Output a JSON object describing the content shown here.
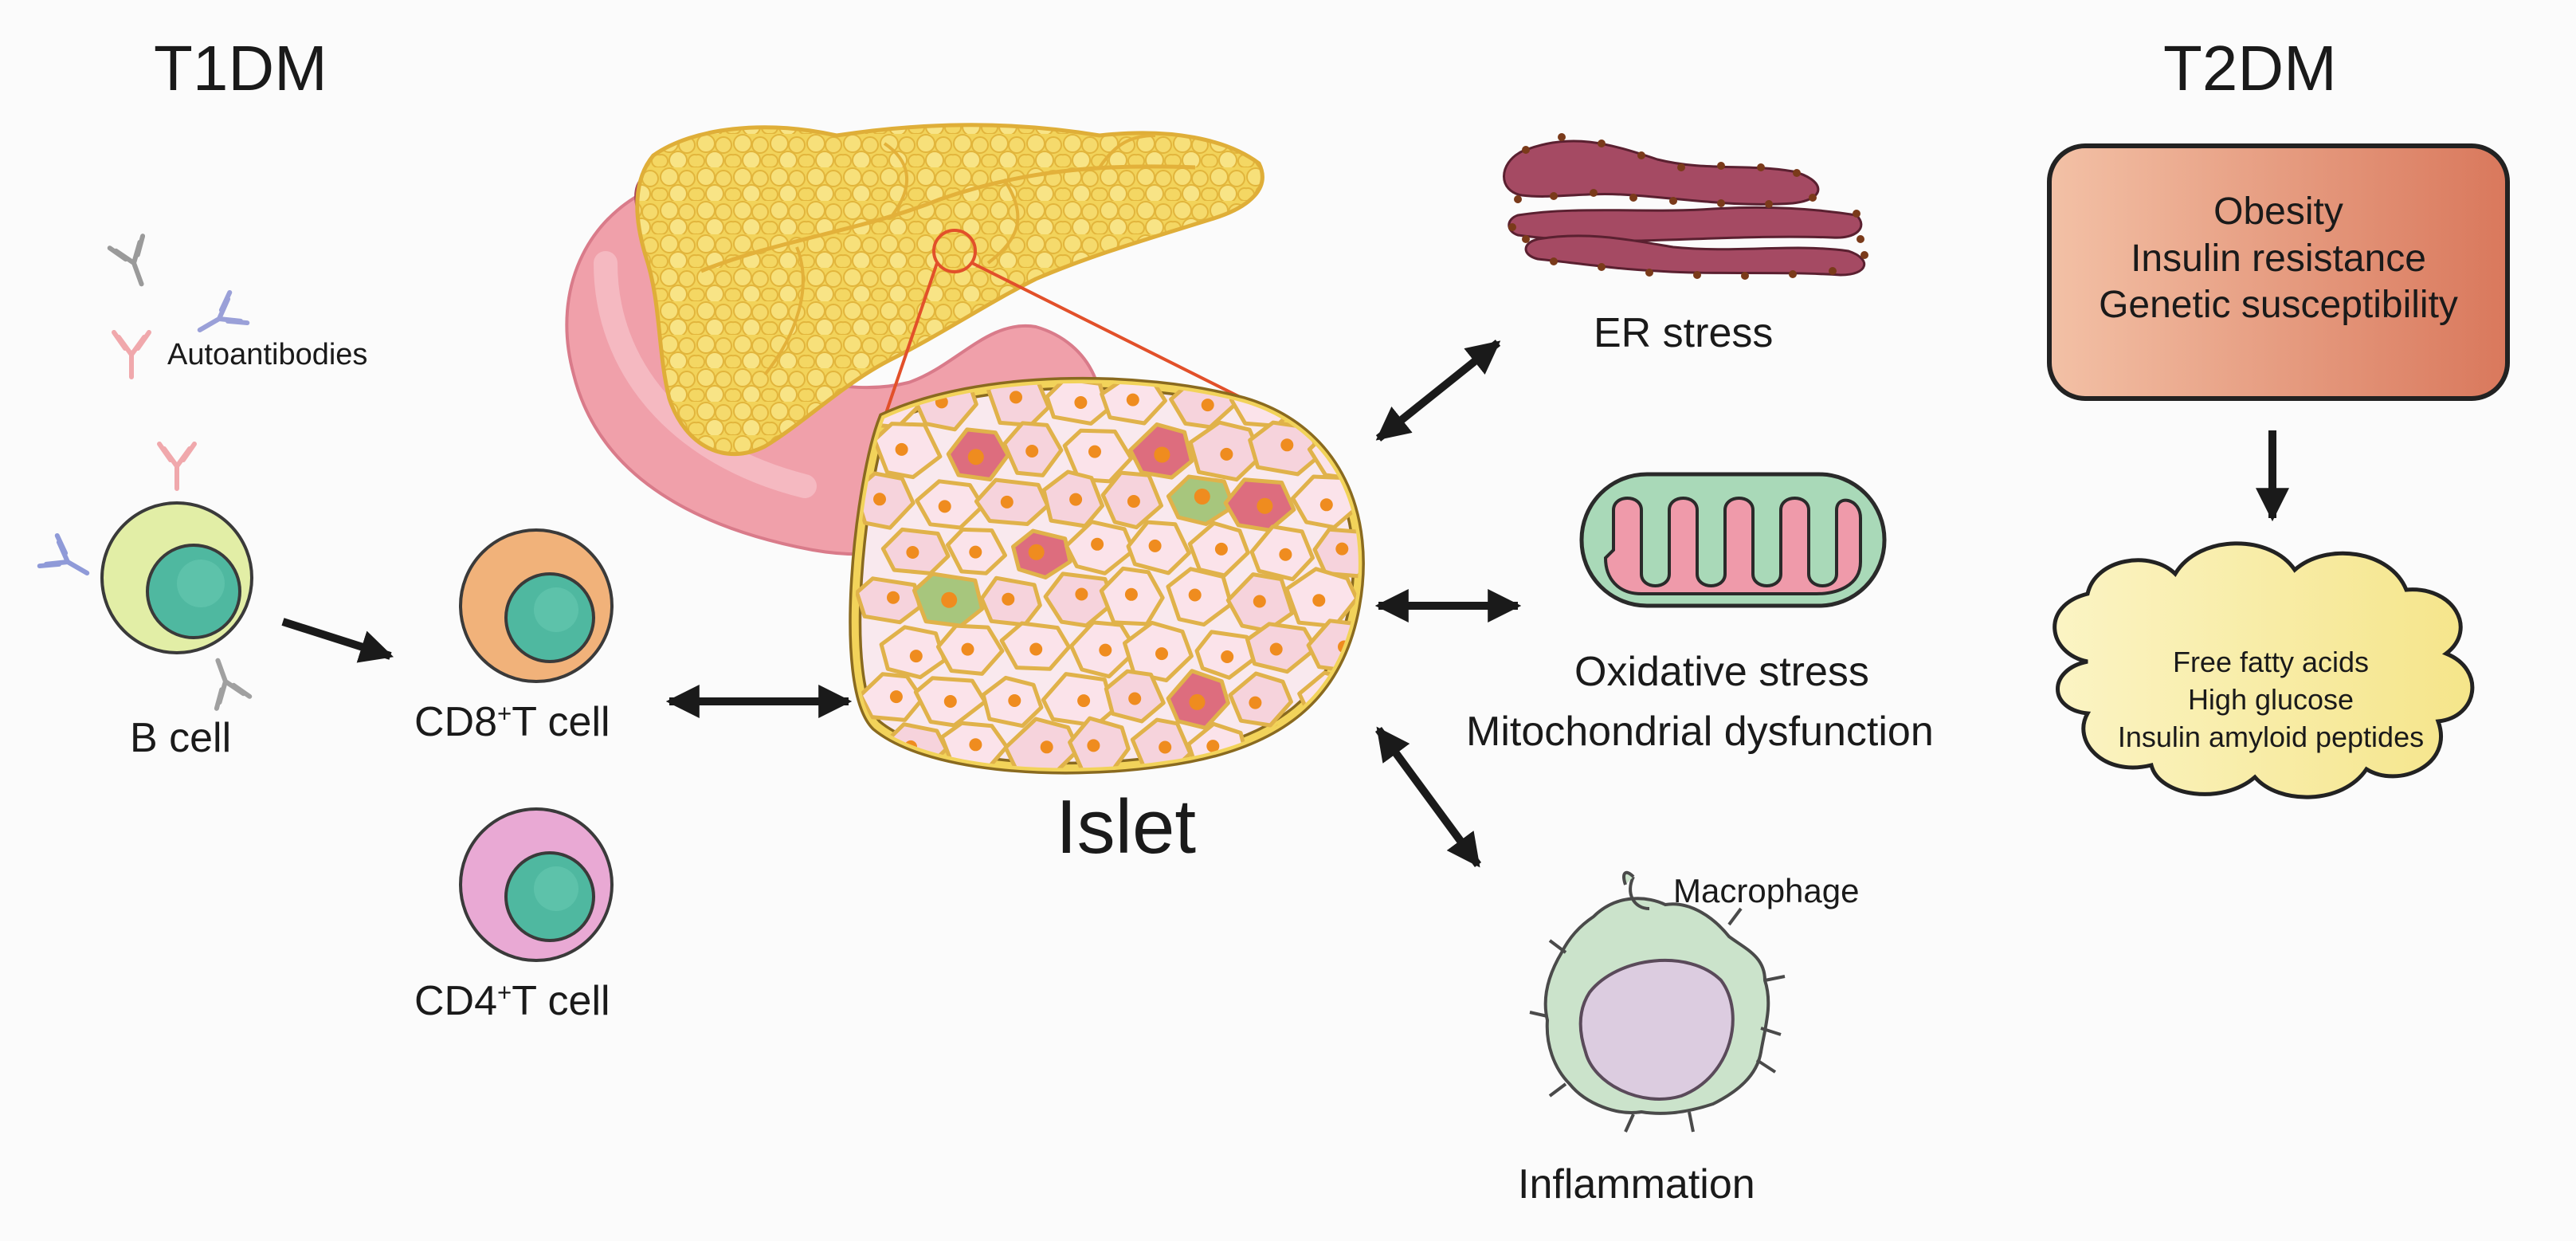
{
  "headings": {
    "left": "T1DM",
    "right": "T2DM"
  },
  "t1dm": {
    "autoantibodies_label": "Autoantibodies",
    "b_cell_label": "B cell",
    "cd8_label": {
      "prefix": "CD8",
      "sup": "+",
      "suffix": "T cell"
    },
    "cd4_label": {
      "prefix": "CD4",
      "sup": "+",
      "suffix": "T cell"
    }
  },
  "center": {
    "islet_label": "Islet"
  },
  "mechanisms": {
    "er_stress": "ER stress",
    "oxidative_stress": "Oxidative stress",
    "mito_dysfunction": "Mitochondrial dysfunction",
    "macrophage": "Macrophage",
    "inflammation": "Inflammation"
  },
  "t2dm": {
    "risk_factors": [
      "Obesity",
      "Insulin resistance",
      "Genetic susceptibility"
    ],
    "triggers": [
      "Free fatty acids",
      "High glucose",
      "Insulin amyloid peptides"
    ]
  },
  "colors": {
    "arrow": "#1a1a1a",
    "er": "#a54a63",
    "mito_outer": "#a9d9b8",
    "mito_inner": "#ef9aaa",
    "box_fill_left": "#f3c1a6",
    "box_fill_right": "#d9785c",
    "cloud_fill": "#f7eb9a",
    "pancreas": "#f2d35a",
    "duodenum": "#f0a0aa",
    "islet_border": "#e3b13a",
    "cell_pink": "#f6d3dc",
    "cell_red": "#dd6d7e",
    "cell_green": "#a7c67d",
    "nucleus": "#ef8c1f",
    "macrophage": "#cbe3cb",
    "cd8": "#f1b27a",
    "cd4": "#e9a9d4",
    "b_cell": "#e2eea6",
    "nucleus_teal": "#4fb8a0"
  }
}
